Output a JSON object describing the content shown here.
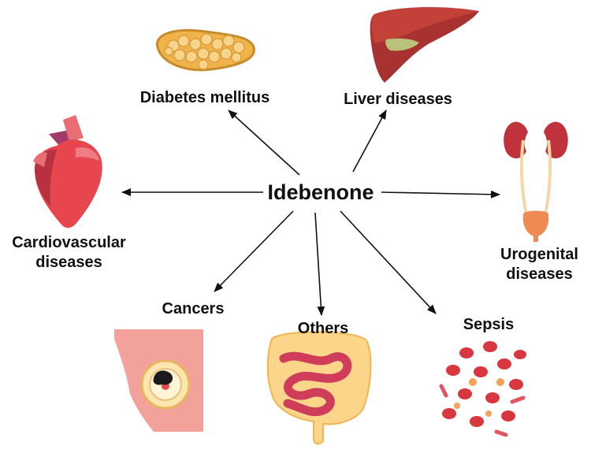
{
  "center": {
    "label": "Idebenone"
  },
  "nodes": {
    "diabetes": {
      "label": "Diabetes mellitus",
      "icon": "pancreas-icon"
    },
    "liver": {
      "label": "Liver diseases",
      "icon": "liver-icon"
    },
    "cardio": {
      "line1": "Cardiovascular",
      "line2": "diseases",
      "icon": "heart-icon"
    },
    "urogenital": {
      "line1": "Urogenital",
      "line2": "diseases",
      "icon": "kidneys-bladder-icon"
    },
    "cancers": {
      "label": "Cancers",
      "icon": "breast-tumor-icon"
    },
    "others": {
      "label": "Others",
      "icon": "intestine-icon"
    },
    "sepsis": {
      "label": "Sepsis",
      "icon": "blood-cells-bacteria-icon"
    }
  },
  "colors": {
    "arrow": "#111111",
    "heart": "#e8464f",
    "liver": "#a8322f",
    "pancreas": "#f0b34a",
    "kidney": "#c0323c",
    "intestine": "#cf3d5a",
    "fat": "#fbd58a",
    "skin": "#f3a19b",
    "blood": "#d9373f"
  }
}
